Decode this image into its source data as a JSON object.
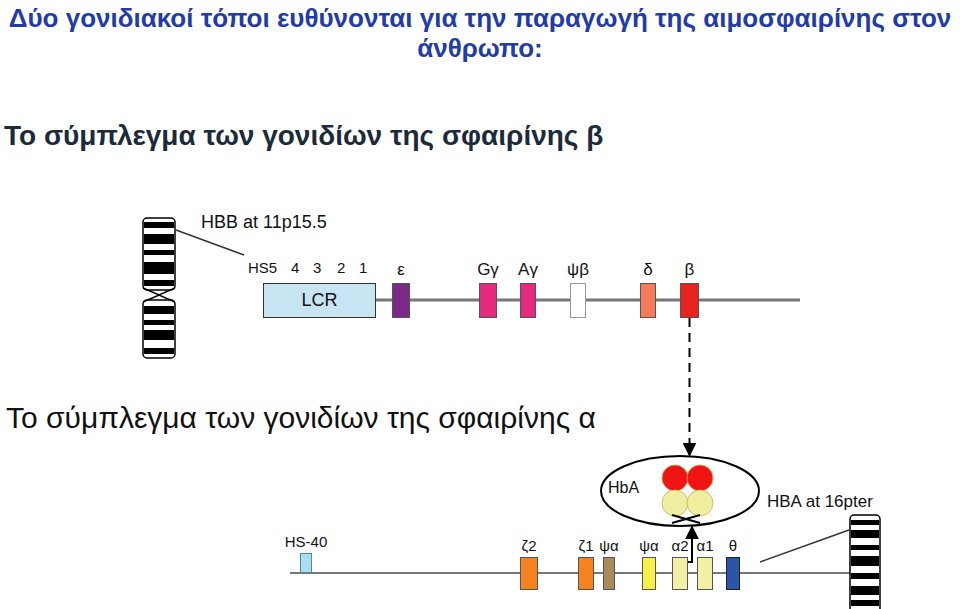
{
  "diagram": {
    "title": "Δύο γονιδιακοί τόποι ευθύνονται για την παραγωγή της αιμοσφαιρίνης στον άνθρωπο:",
    "nodes": [
      {
        "text": [
          "LCR"
        ]
      },
      {
        "text": [
          "ε"
        ]
      },
      {
        "text": [
          "Gγ"
        ]
      },
      {
        "text": [
          "Aγ"
        ]
      },
      {
        "text": [
          "ψβ"
        ]
      },
      {
        "text": [
          "δ"
        ]
      },
      {
        "text": [
          "β"
        ]
      },
      {
        "text": [
          "HbA"
        ]
      },
      {
        "text": [
          "HS-40"
        ]
      },
      {
        "text": [
          "ζ2"
        ]
      },
      {
        "text": [
          "ζ1"
        ]
      },
      {
        "text": [
          "ψα"
        ]
      },
      {
        "text": [
          "ψα"
        ]
      },
      {
        "text": [
          "α2"
        ]
      },
      {
        "text": [
          "α1"
        ]
      },
      {
        "text": [
          "θ"
        ]
      }
    ],
    "edges": [
      {
        "from": 6,
        "to": 7,
        "arrow": "to"
      },
      {
        "from": 13,
        "to": 7,
        "arrow": "to"
      }
    ],
    "labels": [
      "Το σύμπλεγμα των γονιδίων της σφαιρίνης β",
      "HBB at 11p15.5",
      "HS5",
      "4",
      "3",
      "2",
      "1",
      "Το σύμπλεγμα των γονιδίων της σφαιρίνης α",
      "HBA at 16pter"
    ]
  }
}
